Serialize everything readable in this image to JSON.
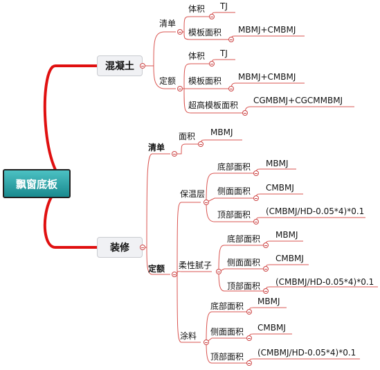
{
  "root": {
    "label": "飘窗底板"
  },
  "concrete": {
    "label": "混凝土",
    "qingdan": {
      "label": "清单",
      "volume": {
        "label": "体积",
        "value": "TJ"
      },
      "formwork": {
        "label": "模板面积",
        "value": "MBMJ+CMBMJ"
      }
    },
    "dinge": {
      "label": "定额",
      "volume": {
        "label": "体积",
        "value": "TJ"
      },
      "formwork": {
        "label": "模板面积",
        "value": "MBMJ+CMBMJ"
      },
      "highform": {
        "label": "超高模板面积",
        "value": "CGMBMJ+CGCMMBMJ"
      }
    }
  },
  "decor": {
    "label": "装修",
    "qingdan": {
      "label": "清单",
      "area": {
        "label": "面积",
        "value": "MBMJ"
      }
    },
    "dinge": {
      "label": "定额",
      "insul": {
        "label": "保温层",
        "bottom": {
          "label": "底部面积",
          "value": "MBMJ"
        },
        "side": {
          "label": "侧面面积",
          "value": "CMBMJ"
        },
        "top": {
          "label": "顶部面积",
          "value": "(CMBMJ/HD-0.05*4)*0.1"
        }
      },
      "putty": {
        "label": "柔性腻子",
        "bottom": {
          "label": "底部面积",
          "value": "MBMJ"
        },
        "side": {
          "label": "侧面面积",
          "value": "CMBMJ"
        },
        "top": {
          "label": "顶部面积",
          "value": "(CMBMJ/HD-0.05*4)*0.1"
        }
      },
      "paint": {
        "label": "涂料",
        "bottom": {
          "label": "底部面积",
          "value": "MBMJ"
        },
        "side": {
          "label": "侧面面积",
          "value": "CMBMJ"
        },
        "top": {
          "label": "顶部面积",
          "value": "(CMBMJ/HD-0.05*4)*0.1"
        }
      }
    }
  },
  "colors": {
    "line": "#d9534f",
    "thick_line": "#e01010",
    "root_fill": "#2aa3a7"
  }
}
